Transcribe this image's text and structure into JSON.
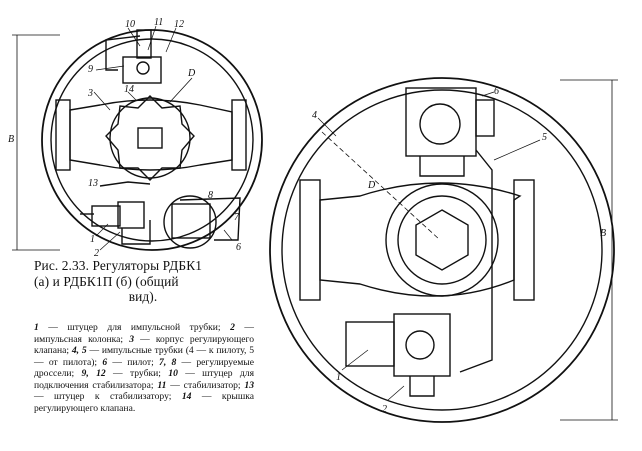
{
  "figure": {
    "caption_line1": "Рис. 2.33. Регуляторы РДБК1",
    "caption_line2": "(а) и РДБК1П (б) (общий",
    "caption_line3": "вид).",
    "legend": [
      {
        "num": "1",
        "text": "штуцер для импульсной трубки;"
      },
      {
        "num": "2",
        "text": "импульсная колонка;"
      },
      {
        "num": "3",
        "text": "корпус регулирующего клапана;"
      },
      {
        "num": "4, 5",
        "text": "импульсные трубки (4 — к пилоту, 5 — от пилота);"
      },
      {
        "num": "6",
        "text": "пилот;"
      },
      {
        "num": "7, 8",
        "text": "регулируемые дроссели;"
      },
      {
        "num": "9, 12",
        "text": "трубки;"
      },
      {
        "num": "10",
        "text": "штуцер для подключения стабилизатора;"
      },
      {
        "num": "11",
        "text": "стабилизатор;"
      },
      {
        "num": "13",
        "text": "штуцер к стабилизатору;"
      },
      {
        "num": "14",
        "text": "крышка регулирующего клапана."
      }
    ]
  },
  "drawing_a": {
    "labels": [
      "10",
      "11",
      "12",
      "9",
      "14",
      "D",
      "3",
      "13",
      "B",
      "7",
      "8",
      "1",
      "2",
      "6"
    ]
  },
  "drawing_b": {
    "labels": [
      "6",
      "4",
      "5",
      "D",
      "B",
      "1",
      "2"
    ]
  }
}
